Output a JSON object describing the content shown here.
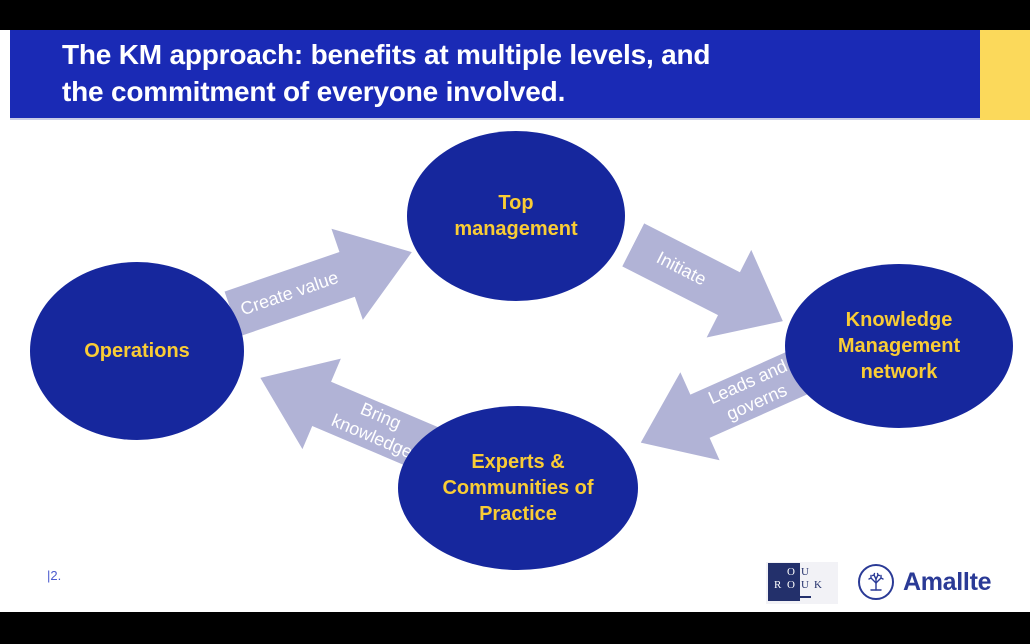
{
  "title": {
    "line1": "The KM approach: benefits at multiple levels, and",
    "line2": "the commitment of everyone involved."
  },
  "diagram": {
    "nodes": {
      "top_management": {
        "label": "Top management"
      },
      "operations": {
        "label": "Operations"
      },
      "km_network": {
        "label": "Knowledge Management network"
      },
      "experts": {
        "label": "Experts & Communities of Practice"
      }
    },
    "arrows": {
      "create_value": {
        "label": "Create value",
        "from": "Operations",
        "to": "Top management"
      },
      "initiate": {
        "label": "Initiate",
        "from": "Top management",
        "to": "Knowledge Management network"
      },
      "leads_governs": {
        "label": "Leads and governs",
        "from": "Knowledge Management network",
        "to": "Experts & Communities of Practice"
      },
      "bring_knowledge": {
        "label": "Bring knowledge",
        "from": "Experts & Communities of Practice",
        "to": "Operations"
      }
    }
  },
  "footer": {
    "page_number": "|2.",
    "logos": {
      "rouk": {
        "letters_top": [
          "O",
          "U"
        ],
        "letters_bottom": [
          "R",
          "O",
          "U",
          "K"
        ]
      },
      "amallte": {
        "name": "Amallte",
        "icon": "tree-icon"
      }
    }
  },
  "colors": {
    "title_bar_blue": "#1A2AB5",
    "node_navy": "#16279D",
    "accent_yellow": "#FBD95B",
    "node_text_yellow": "#F9CC35",
    "arrow_lavender": "#B1B3D6",
    "rouk_navy": "#23306B",
    "amallte_navy": "#2A3A96",
    "page_number_blue": "#4B5BCE"
  }
}
